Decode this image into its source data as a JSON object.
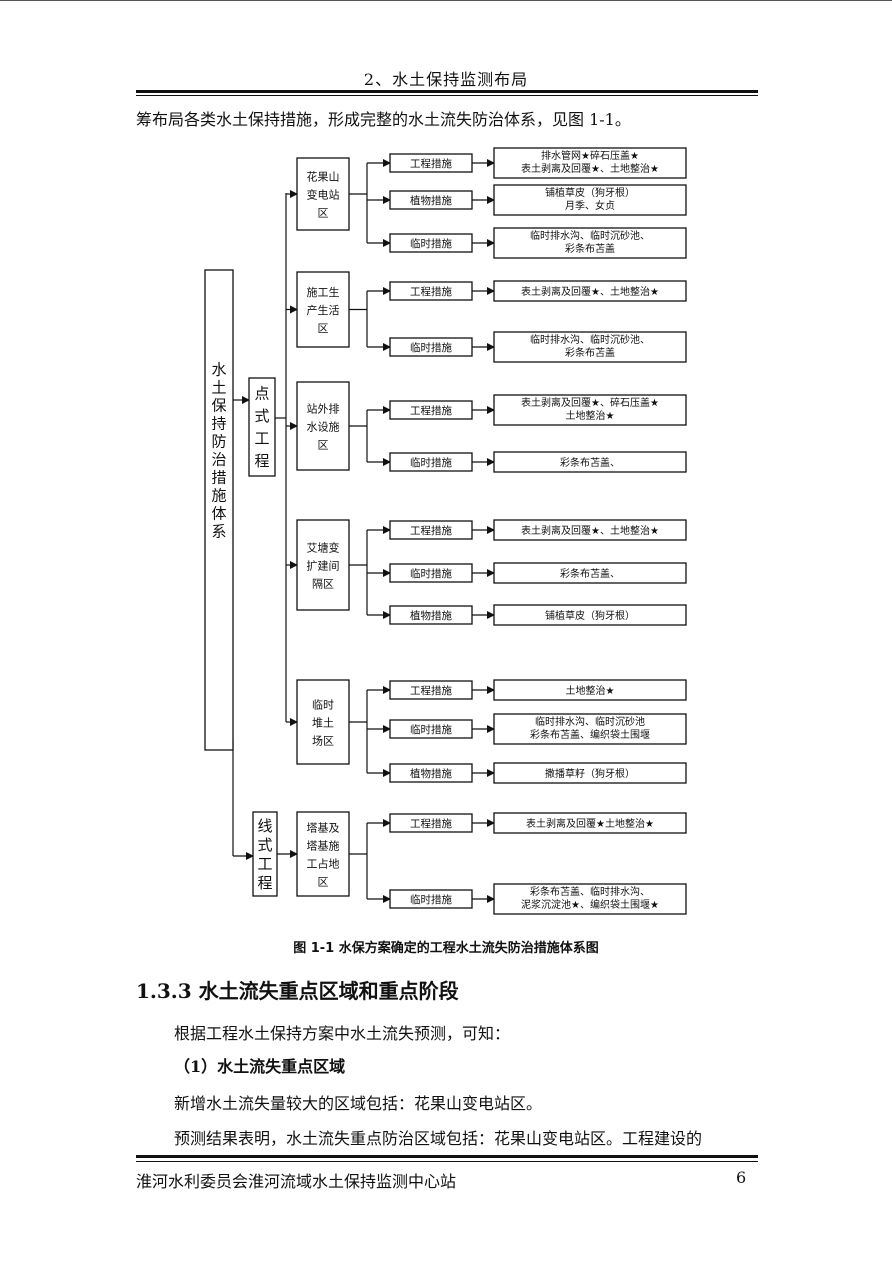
{
  "header": {
    "title": "2、水土保持监测布局"
  },
  "intro_text": "筹布局各类水土保持措施，形成完整的水土流失防治体系，见图 1-1。",
  "diagram": {
    "root": "水土保持防治措施体系",
    "categories": [
      {
        "label": "点式工程",
        "zones": [
          {
            "name": "花果山变电站区",
            "measures": [
              {
                "type": "工程措施",
                "lines": [
                  "排水管网★碎石压盖★",
                  "表土剥离及回覆★、土地整治★"
                ]
              },
              {
                "type": "植物措施",
                "lines": [
                  "铺植草皮（狗牙根）",
                  "月季、女贞"
                ]
              },
              {
                "type": "临时措施",
                "lines": [
                  "临时排水沟、临时沉砂池、",
                  "彩条布苫盖"
                ]
              }
            ]
          },
          {
            "name": "施工生产生活区",
            "measures": [
              {
                "type": "工程措施",
                "lines": [
                  "表土剥离及回覆★、土地整治★"
                ]
              },
              {
                "type": "临时措施",
                "lines": [
                  "临时排水沟、临时沉砂池、",
                  "彩条布苫盖"
                ]
              }
            ]
          },
          {
            "name": "站外排水设施区",
            "measures": [
              {
                "type": "工程措施",
                "lines": [
                  "表土剥离及回覆★、碎石压盖★",
                  "土地整治★"
                ]
              },
              {
                "type": "临时措施",
                "lines": [
                  "彩条布苫盖、"
                ]
              }
            ]
          },
          {
            "name": "艾塘变扩建间隔区",
            "measures": [
              {
                "type": "工程措施",
                "lines": [
                  "表土剥离及回覆★、土地整治★"
                ]
              },
              {
                "type": "临时措施",
                "lines": [
                  "彩条布苫盖、"
                ]
              },
              {
                "type": "植物措施",
                "lines": [
                  "铺植草皮（狗牙根）"
                ]
              }
            ]
          },
          {
            "name": "临时堆土场区",
            "measures": [
              {
                "type": "工程措施",
                "lines": [
                  "土地整治★"
                ]
              },
              {
                "type": "临时措施",
                "lines": [
                  "临时排水沟、临时沉砂池",
                  "彩条布苫盖、编织袋土围堰"
                ]
              },
              {
                "type": "植物措施",
                "lines": [
                  "撒播草籽（狗牙根）"
                ]
              }
            ]
          }
        ]
      },
      {
        "label": "线式工程",
        "zones": [
          {
            "name": "塔基及塔基施工占地区",
            "measures": [
              {
                "type": "工程措施",
                "lines": [
                  "表土剥离及回覆★土地整治★"
                ]
              },
              {
                "type": "临时措施",
                "lines": [
                  "彩条布苫盖、临时排水沟、",
                  "泥浆沉淀池★、编织袋土围堰★"
                ]
              }
            ]
          }
        ]
      }
    ]
  },
  "caption": "图 1-1  水保方案确定的工程水土流失防治措施体系图",
  "section": {
    "heading": "1.3.3 水土流失重点区域和重点阶段",
    "p1": "根据工程水土保持方案中水土流失预测，可知：",
    "sub": "（1）水土流失重点区域",
    "p2": "新增水土流失量较大的区域包括：花果山变电站区。",
    "p3": "预测结果表明，水土流失重点防治区域包括：花果山变电站区。工程建设的"
  },
  "footer": {
    "org": "淮河水利委员会淮河流域水土保持监测中心站",
    "page": "6"
  }
}
